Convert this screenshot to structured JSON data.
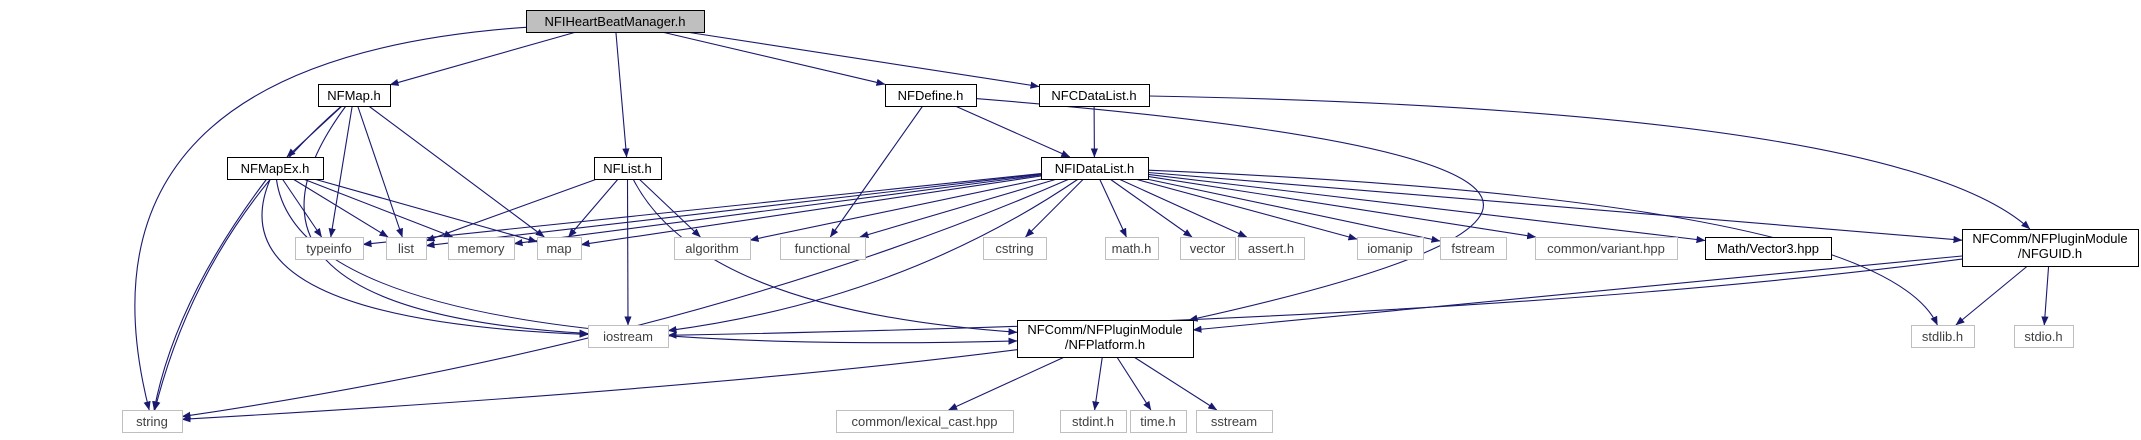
{
  "diagram": {
    "type": "include-dependency-graph",
    "colors": {
      "edge": "#191970",
      "root_fill": "#bfbfbf",
      "node_border": "#000000",
      "system_border": "#bfbfbf",
      "system_text": "#404040"
    },
    "nodes": [
      {
        "id": "hb",
        "label": "NFIHeartBeatManager.h",
        "kind": "root"
      },
      {
        "id": "map_h",
        "label": "NFMap.h",
        "kind": "file"
      },
      {
        "id": "define",
        "label": "NFDefine.h",
        "kind": "file"
      },
      {
        "id": "cdl",
        "label": "NFCDataList.h",
        "kind": "file"
      },
      {
        "id": "mapex",
        "label": "NFMapEx.h",
        "kind": "file"
      },
      {
        "id": "list_h",
        "label": "NFList.h",
        "kind": "file"
      },
      {
        "id": "idl",
        "label": "NFIDataList.h",
        "kind": "file"
      },
      {
        "id": "typeinfo",
        "label": "typeinfo",
        "kind": "system"
      },
      {
        "id": "list",
        "label": "list",
        "kind": "system"
      },
      {
        "id": "memory",
        "label": "memory",
        "kind": "system"
      },
      {
        "id": "map",
        "label": "map",
        "kind": "system"
      },
      {
        "id": "algorithm",
        "label": "algorithm",
        "kind": "system"
      },
      {
        "id": "functional",
        "label": "functional",
        "kind": "system"
      },
      {
        "id": "cstring",
        "label": "cstring",
        "kind": "system"
      },
      {
        "id": "math",
        "label": "math.h",
        "kind": "system"
      },
      {
        "id": "vector",
        "label": "vector",
        "kind": "system"
      },
      {
        "id": "assert",
        "label": "assert.h",
        "kind": "system"
      },
      {
        "id": "iomanip",
        "label": "iomanip",
        "kind": "system"
      },
      {
        "id": "fstream",
        "label": "fstream",
        "kind": "system"
      },
      {
        "id": "variant",
        "label": "common/variant.hpp",
        "kind": "system"
      },
      {
        "id": "vec3",
        "label": "Math/Vector3.hpp",
        "kind": "file"
      },
      {
        "id": "guid",
        "label": [
          "NFComm/NFPluginModule",
          "/NFGUID.h"
        ],
        "kind": "file"
      },
      {
        "id": "iostream",
        "label": "iostream",
        "kind": "system"
      },
      {
        "id": "platform",
        "label": [
          "NFComm/NFPluginModule",
          "/NFPlatform.h"
        ],
        "kind": "file"
      },
      {
        "id": "stdlib",
        "label": "stdlib.h",
        "kind": "system"
      },
      {
        "id": "stdio",
        "label": "stdio.h",
        "kind": "system"
      },
      {
        "id": "string",
        "label": "string",
        "kind": "system"
      },
      {
        "id": "lexical",
        "label": "common/lexical_cast.hpp",
        "kind": "system"
      },
      {
        "id": "stdint",
        "label": "stdint.h",
        "kind": "system"
      },
      {
        "id": "time",
        "label": "time.h",
        "kind": "system"
      },
      {
        "id": "sstream",
        "label": "sstream",
        "kind": "system"
      }
    ],
    "edges": [
      [
        "hb",
        "map_h"
      ],
      [
        "hb",
        "string"
      ],
      [
        "hb",
        "list_h"
      ],
      [
        "hb",
        "define"
      ],
      [
        "hb",
        "cdl"
      ],
      [
        "map_h",
        "mapex"
      ],
      [
        "map_h",
        "typeinfo"
      ],
      [
        "map_h",
        "list"
      ],
      [
        "map_h",
        "map"
      ],
      [
        "map_h",
        "iostream"
      ],
      [
        "map_h",
        "string"
      ],
      [
        "mapex",
        "typeinfo"
      ],
      [
        "mapex",
        "list"
      ],
      [
        "mapex",
        "memory"
      ],
      [
        "mapex",
        "map"
      ],
      [
        "mapex",
        "iostream"
      ],
      [
        "mapex",
        "string"
      ],
      [
        "mapex",
        "platform"
      ],
      [
        "list_h",
        "list"
      ],
      [
        "list_h",
        "map"
      ],
      [
        "list_h",
        "algorithm"
      ],
      [
        "list_h",
        "iostream"
      ],
      [
        "list_h",
        "platform"
      ],
      [
        "define",
        "idl"
      ],
      [
        "define",
        "functional"
      ],
      [
        "define",
        "platform"
      ],
      [
        "cdl",
        "idl"
      ],
      [
        "cdl",
        "guid"
      ],
      [
        "idl",
        "typeinfo"
      ],
      [
        "idl",
        "list"
      ],
      [
        "idl",
        "memory"
      ],
      [
        "idl",
        "map"
      ],
      [
        "idl",
        "algorithm"
      ],
      [
        "idl",
        "functional"
      ],
      [
        "idl",
        "cstring"
      ],
      [
        "idl",
        "math"
      ],
      [
        "idl",
        "vector"
      ],
      [
        "idl",
        "assert"
      ],
      [
        "idl",
        "iomanip"
      ],
      [
        "idl",
        "fstream"
      ],
      [
        "idl",
        "variant"
      ],
      [
        "idl",
        "vec3"
      ],
      [
        "idl",
        "guid"
      ],
      [
        "idl",
        "iostream"
      ],
      [
        "idl",
        "string"
      ],
      [
        "idl",
        "stdlib"
      ],
      [
        "guid",
        "platform"
      ],
      [
        "guid",
        "iostream"
      ],
      [
        "guid",
        "stdlib"
      ],
      [
        "guid",
        "stdio"
      ],
      [
        "platform",
        "string"
      ],
      [
        "platform",
        "lexical"
      ],
      [
        "platform",
        "stdint"
      ],
      [
        "platform",
        "time"
      ],
      [
        "platform",
        "sstream"
      ]
    ]
  }
}
